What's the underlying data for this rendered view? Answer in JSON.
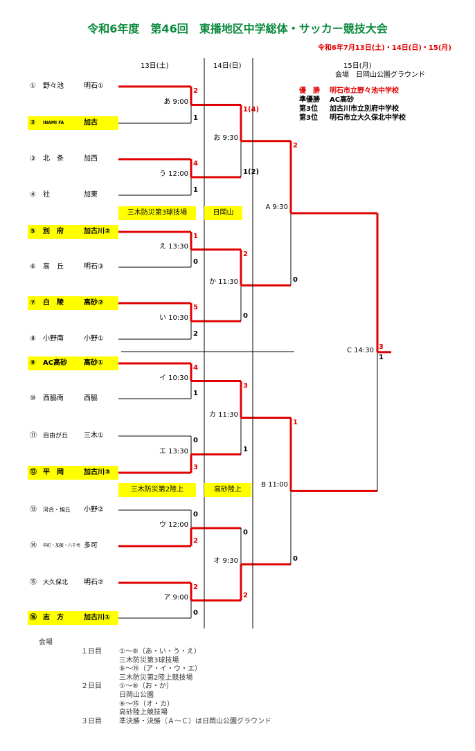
{
  "title": "令和6年度　第46回　東播地区中学総体・サッカー競技大会",
  "dates": "令和6年7月13日(土)・14日(日)・15(月)",
  "day_headers": [
    "13日(土)",
    "14日(日)",
    "15日(月)"
  ],
  "final_venue": "会場　日岡山公園グラウンド",
  "results": [
    {
      "label": "優　勝",
      "value": "明石市立野々池中学校",
      "color": "#e00000"
    },
    {
      "label": "準優勝",
      "value": "AC高砂",
      "color": "#000000"
    },
    {
      "label": "第3位",
      "value": "加古川市立別府中学校",
      "color": "#000000"
    },
    {
      "label": "第3位",
      "value": "明石市立大久保北中学校",
      "color": "#000000"
    }
  ],
  "teams": [
    {
      "num": "①",
      "name": "野々池",
      "school": "明石①",
      "hl": false
    },
    {
      "num": "②",
      "name": "INAMI FA",
      "school": "加古",
      "hl": true
    },
    {
      "num": "③",
      "name": "北　条",
      "school": "加西",
      "hl": false
    },
    {
      "num": "④",
      "name": "社",
      "school": "加東",
      "hl": false
    },
    {
      "num": "⑤",
      "name": "別　府",
      "school": "加古川②",
      "hl": true
    },
    {
      "num": "⑥",
      "name": "高　丘",
      "school": "明石③",
      "hl": false
    },
    {
      "num": "⑦",
      "name": "白　陵",
      "school": "高砂②",
      "hl": true
    },
    {
      "num": "⑧",
      "name": "小野南",
      "school": "小野①",
      "hl": false
    },
    {
      "num": "⑨",
      "name": "AC高砂",
      "school": "高砂①",
      "hl": true
    },
    {
      "num": "⑩",
      "name": "西脇南",
      "school": "西脇",
      "hl": false
    },
    {
      "num": "⑪",
      "name": "自由が丘",
      "school": "三木①",
      "hl": false
    },
    {
      "num": "⑫",
      "name": "平　岡",
      "school": "加古川③",
      "hl": true
    },
    {
      "num": "⑬",
      "name": "河合・旭丘",
      "school": "小野②",
      "hl": false
    },
    {
      "num": "⑭",
      "name": "中町・加美・八千代",
      "school": "多可",
      "hl": false
    },
    {
      "num": "⑮",
      "name": "大久保北",
      "school": "明石②",
      "hl": false
    },
    {
      "num": "⑯",
      "name": "志　方",
      "school": "加古川①",
      "hl": true
    }
  ],
  "round1": [
    {
      "label": "あ  9:00",
      "top": "2",
      "bottom": "1"
    },
    {
      "label": "う  12:00",
      "top": "4",
      "bottom": "1"
    },
    {
      "label": "え  13:30",
      "top": "1",
      "bottom": "0"
    },
    {
      "label": "い  10:30",
      "top": "5",
      "bottom": "2"
    },
    {
      "label": "イ  10:30",
      "top": "4",
      "bottom": "1"
    },
    {
      "label": "エ  13:30",
      "top": "0",
      "bottom": "3"
    },
    {
      "label": "ウ  12:00",
      "top": "0",
      "bottom": "2"
    },
    {
      "label": "ア  9:00",
      "top": "2",
      "bottom": "0"
    }
  ],
  "round2": [
    {
      "label": "お 9:30",
      "top": "1(4)",
      "bottom": "1(2)"
    },
    {
      "label": "か 11:30",
      "top": "2",
      "bottom": "0"
    },
    {
      "label": "カ 11:30",
      "top": "3",
      "bottom": "1"
    },
    {
      "label": "オ 9:30",
      "top": "0",
      "bottom": "2"
    }
  ],
  "semis": [
    {
      "label": "A 9:30",
      "top": "2",
      "bottom": "0"
    },
    {
      "label": "B 11:00",
      "top": "1",
      "bottom": "0"
    }
  ],
  "final": {
    "label": "C 14:30",
    "top": "3",
    "bottom": "1"
  },
  "venue_boxes": [
    "三木防災第3球技場",
    "日岡山",
    "三木防災第2陸上",
    "高砂陸上"
  ],
  "footer": {
    "heading": "会場",
    "days": [
      {
        "day": "１日目",
        "lines": [
          "①～⑧（あ・い・う・え）",
          "三木防災第3球技場",
          "⑨～⑯（ア・イ・ウ・エ）",
          "三木防災第2陸上競技場"
        ]
      },
      {
        "day": "２日目",
        "lines": [
          "①～⑧（お・か）",
          "日岡山公園",
          "⑨～⑯（オ・カ）",
          "高砂陸上競技場"
        ]
      },
      {
        "day": "３日目",
        "lines": [
          "準決勝・決勝（Ａ～Ｃ）は日岡山公園グラウンド"
        ]
      }
    ]
  },
  "colors": {
    "winner": "#e00000",
    "loser": "#000000",
    "highlight": "#ffff00",
    "title": "#0b8a3c"
  }
}
